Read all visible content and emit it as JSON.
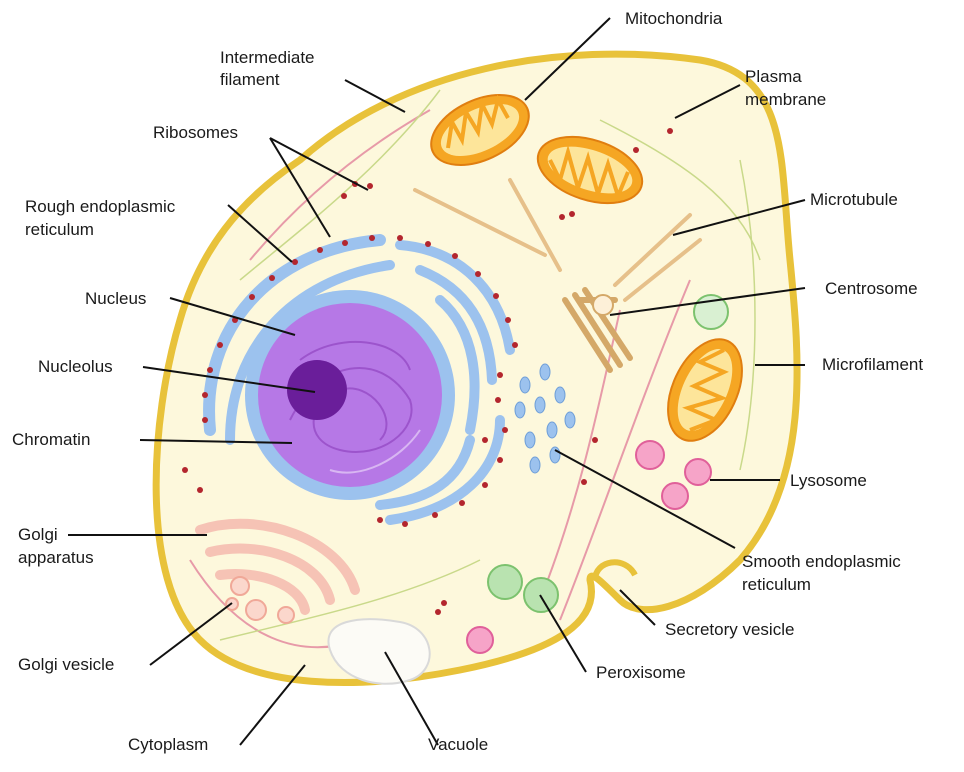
{
  "labels": {
    "intermediate_filament": [
      "Intermediate",
      "filament"
    ],
    "mitochondria": "Mitochondria",
    "plasma_membrane": [
      "Plasma",
      "membrane"
    ],
    "ribosomes": "Ribosomes",
    "rough_er": [
      "Rough endoplasmic",
      "reticulum"
    ],
    "microtubule": "Microtubule",
    "centrosome": "Centrosome",
    "nucleus": "Nucleus",
    "nucleolus": "Nucleolus",
    "microfilament": "Microfilament",
    "chromatin": "Chromatin",
    "lysosome": "Lysosome",
    "golgi_apparatus": [
      "Golgi",
      "apparatus"
    ],
    "smooth_er": [
      "Smooth endoplasmic",
      "reticulum"
    ],
    "secretory_vesicle": "Secretory vesicle",
    "golgi_vesicle": "Golgi vesicle",
    "peroxisome": "Peroxisome",
    "cytoplasm": "Cytoplasm",
    "vacuole": "Vacuole"
  },
  "colors": {
    "membrane": "#e8c23a",
    "cytoplasm": "#fdf8dc",
    "nucleus": "#b678e6",
    "nucleus_envelope": "#8fb8ea",
    "nucleolus": "#6a1e9a",
    "er": "#9cc2ee",
    "ribosome": "#b3262e",
    "mitochondria": "#f5a623",
    "golgi": "#f6c3b5",
    "lysosome": "#e86aa6",
    "peroxisome": "#b9e3b0"
  }
}
